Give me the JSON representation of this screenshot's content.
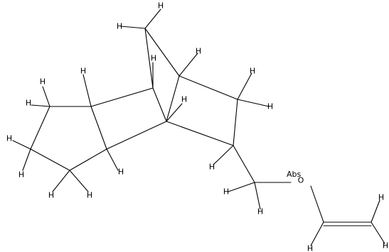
{
  "molecule": {
    "hydrogen_symbol": "H",
    "oxygen_symbol": "O",
    "stereo_flag": "Abs",
    "bond_color": "#000000",
    "background": "#ffffff"
  }
}
